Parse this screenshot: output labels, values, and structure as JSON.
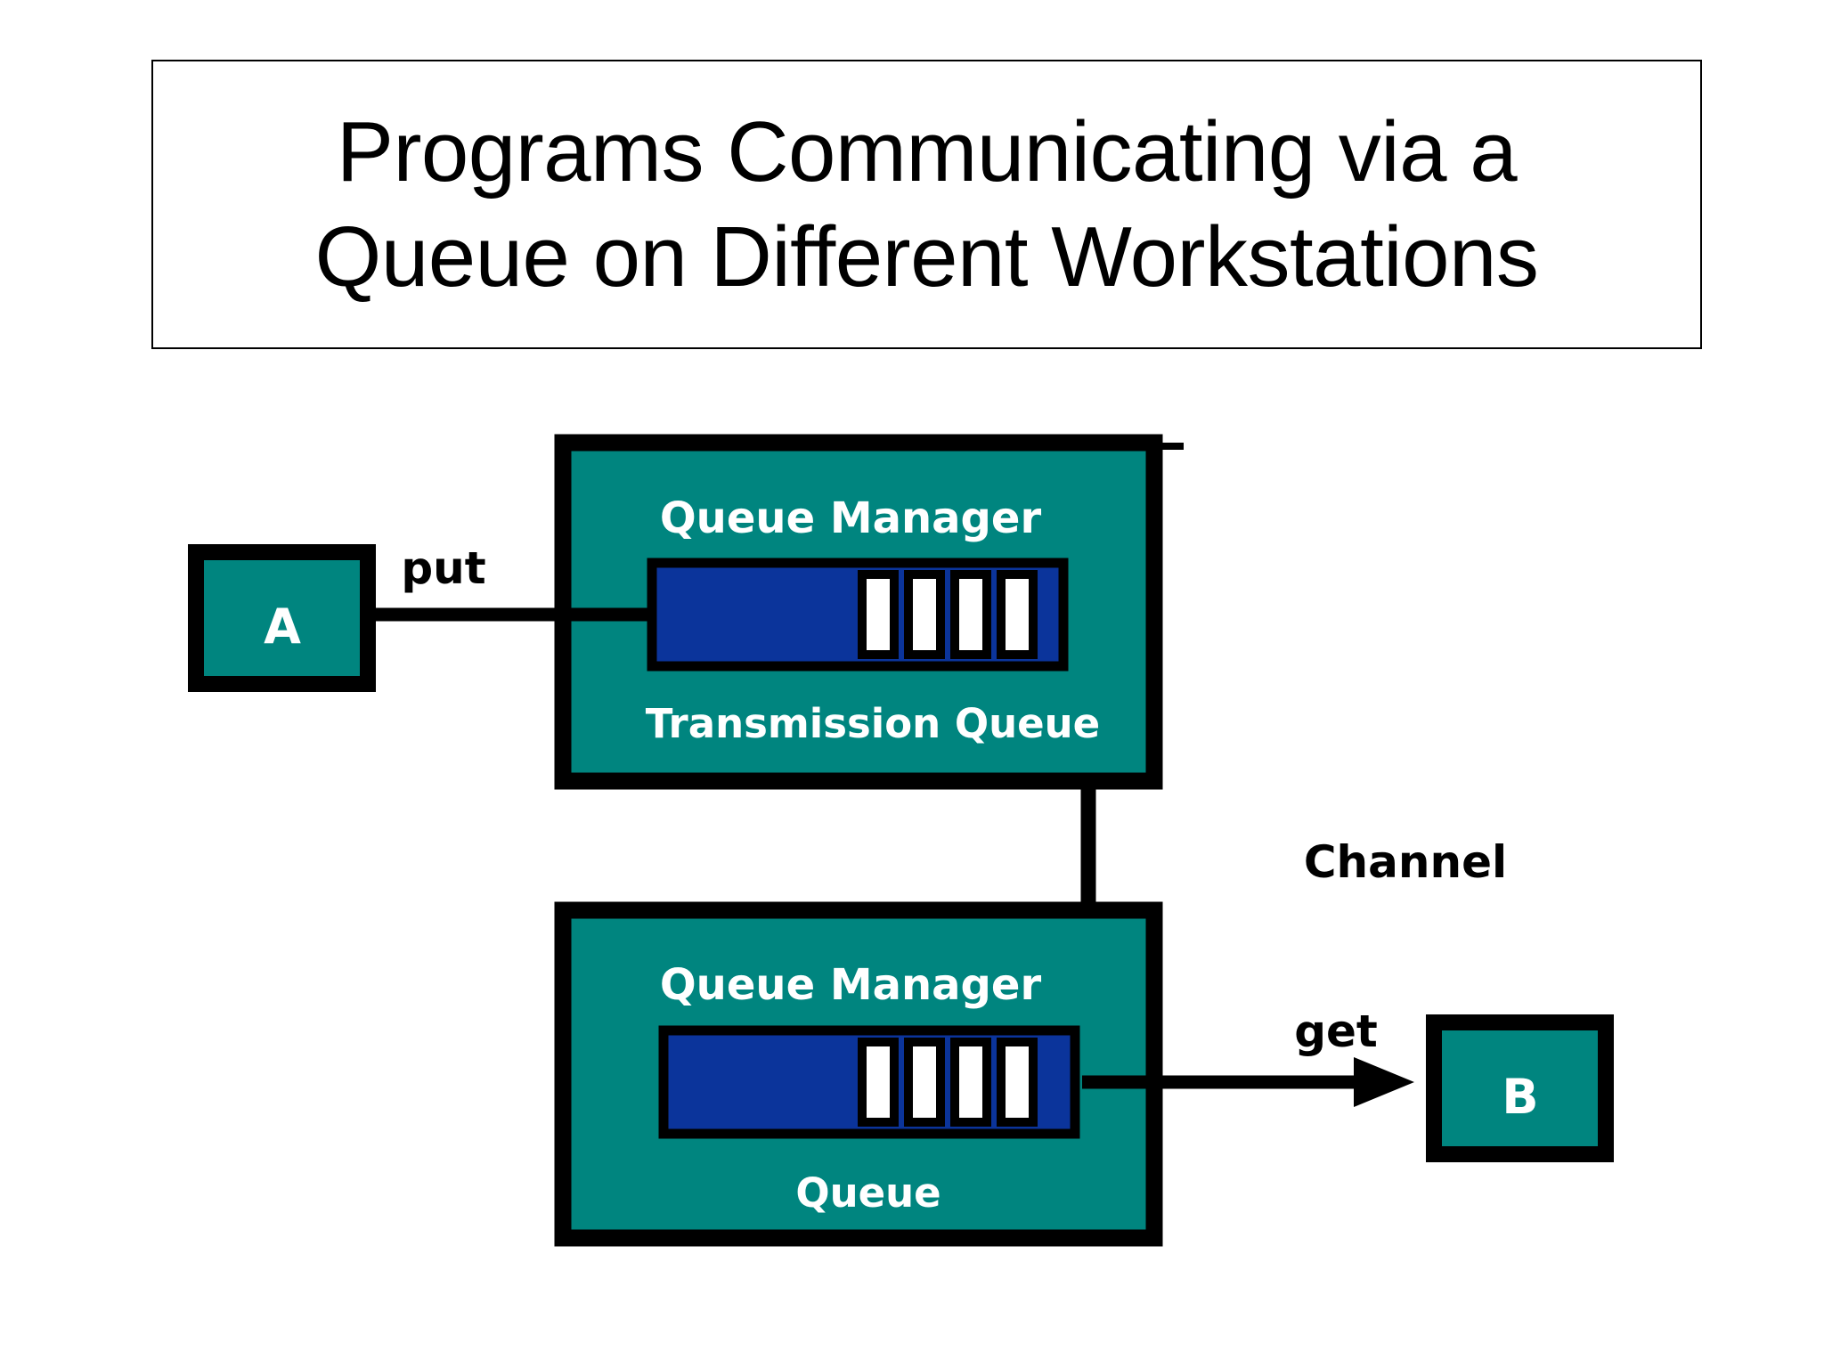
{
  "slide": {
    "background_color": "#ffffff",
    "title": {
      "line1": "Programs Communicating via a",
      "line2": "Queue on Different Workstations",
      "border_color": "#000000",
      "text_color": "#000000"
    }
  },
  "colors": {
    "teal": "#00857F",
    "blue": "#0B349B",
    "outline": "#000000",
    "message_fill": "#ffffff",
    "label_on_teal": "#ffffff"
  },
  "diagram": {
    "program_a": {
      "label": "A"
    },
    "program_b": {
      "label": "B"
    },
    "put_label": "put",
    "get_label": "get",
    "channel_label": "Channel",
    "sender_node": {
      "manager_label": "Queue Manager",
      "queue_label": "Transmission Queue",
      "message_count": 4
    },
    "receiver_node": {
      "manager_label": "Queue Manager",
      "queue_label": "Queue",
      "message_count": 4
    }
  }
}
